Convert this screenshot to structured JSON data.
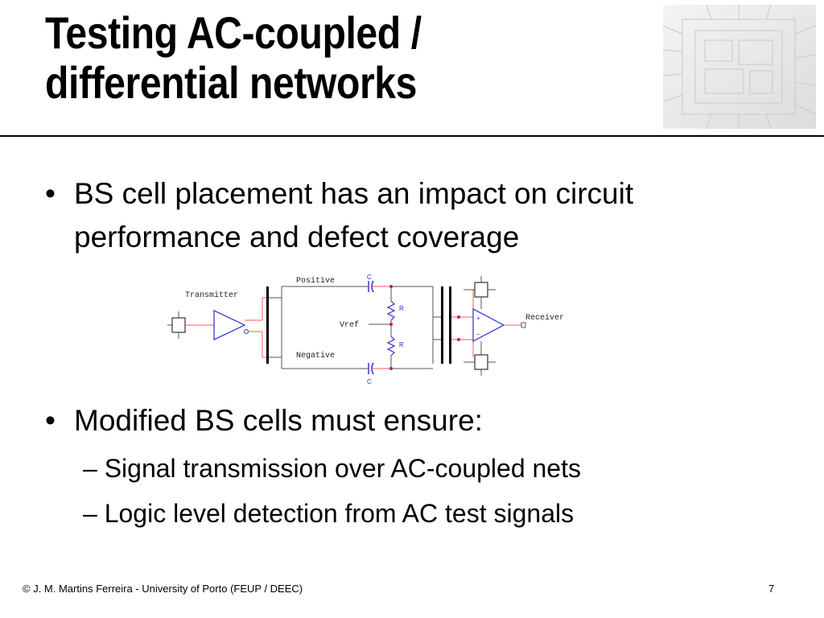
{
  "slide": {
    "title_line1": "Testing AC-coupled /",
    "title_line2": "differential networks",
    "bullets": [
      {
        "marker": "•",
        "text": "BS cell placement has an impact on circuit performance and defect coverage"
      },
      {
        "marker": "•",
        "text": "Modified BS cells must ensure:",
        "subitems": [
          "– Signal transmission over AC-coupled nets",
          "– Logic level detection from AC test signals"
        ]
      }
    ]
  },
  "diagram": {
    "labels": {
      "transmitter": "Transmitter",
      "positive": "Positive",
      "negative": "Negative",
      "vref": "Vref",
      "receiver": "Receiver",
      "cap_top": "C",
      "cap_bottom": "C",
      "res_top": "R",
      "res_bottom": "R",
      "plus": "+",
      "minus": "–"
    },
    "colors": {
      "wire": "#ff5a5a",
      "component": "#2b2bd0",
      "node": "#e0007a",
      "block": "#000000"
    },
    "icons": {
      "logo": "chip-die-watermark",
      "buffer": "buffer-triangle",
      "comparator": "comparator-triangle",
      "bs_cell": "boundary-scan-cell"
    }
  },
  "footer": {
    "credit": "© J. M. Martins Ferreira - University of Porto (FEUP / DEEC)",
    "page_number": "7"
  }
}
